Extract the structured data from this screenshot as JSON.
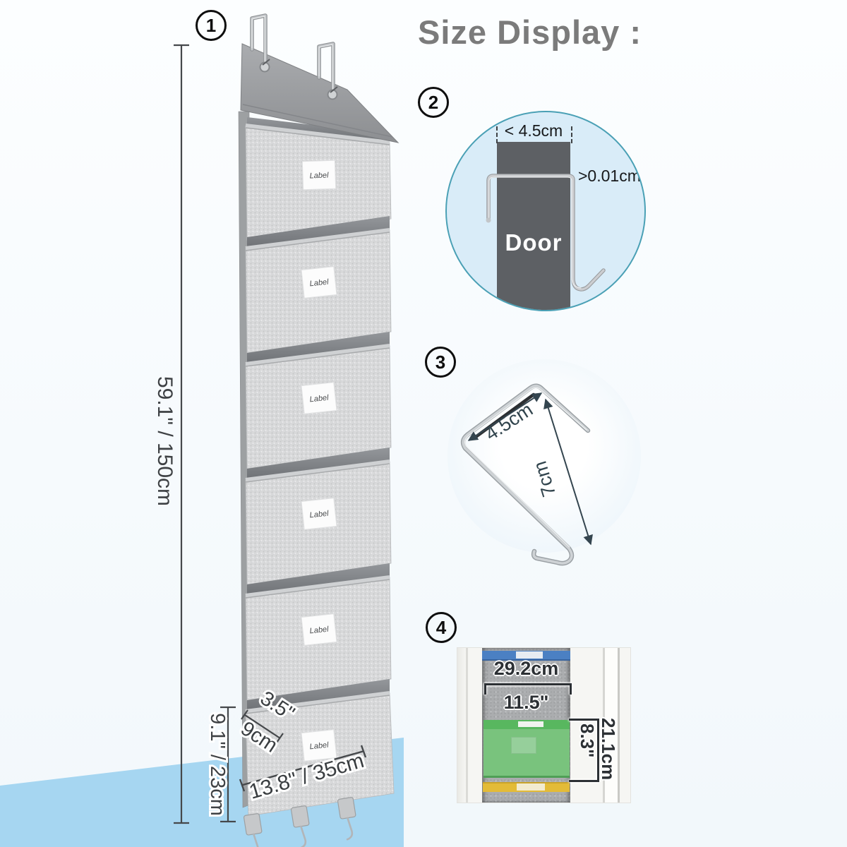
{
  "title": "Size Display :",
  "figure1": {
    "badge": "1",
    "height_label": "59.1\" / 150cm",
    "pocket_height_label": "9.1\" / 23cm",
    "depth_label_inches": "3.5\"",
    "depth_label_cm": "9cm",
    "width_label": "13.8\" / 35cm",
    "pocket_tag_text": "Label"
  },
  "figure2": {
    "badge": "2",
    "door_width_label": "< 4.5cm",
    "gap_label": ">0.01cm",
    "door_text": "Door"
  },
  "figure3": {
    "badge": "3",
    "hook_width_label": "4.5cm",
    "hook_length_label": "7cm"
  },
  "figure4": {
    "badge": "4",
    "width_cm_label": "29.2cm",
    "width_in_label": "11.5\"",
    "height_cm_label": "21.1cm",
    "height_in_label": "8.3\""
  },
  "colors": {
    "background_band_blue": "#a6d6f1",
    "figure2_circle_fill": "#d9ecf8",
    "figure2_circle_border": "#4aa0b5",
    "door_gray": "#5d6064",
    "photo_pocket_blue": "#4b80c3",
    "photo_pocket_green": "#79c37d",
    "photo_pocket_yellow": "#e3bb37",
    "organizer_fabric_gray": "#d8d9da",
    "title_gray": "#7b7b7b",
    "dimension_line_gray": "#45484b"
  }
}
